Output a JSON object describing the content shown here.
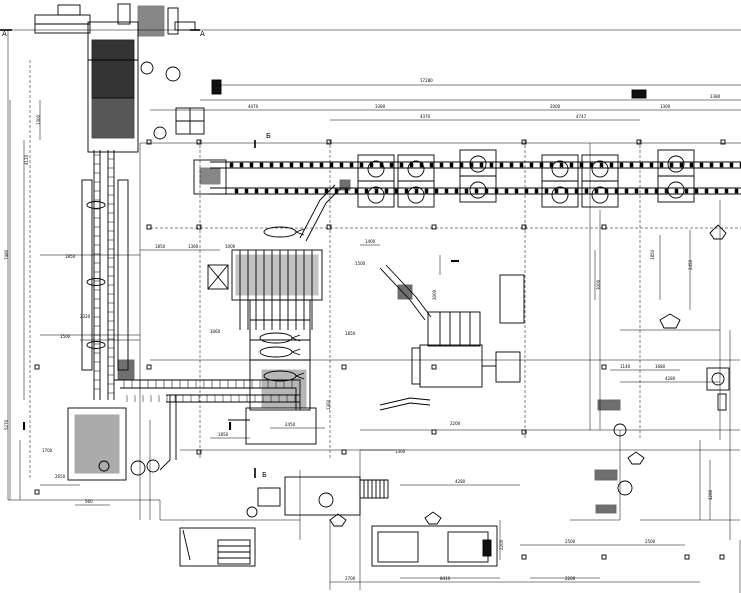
{
  "section_labels": {
    "a_left": "A",
    "a_right": "A",
    "b_top": "Б",
    "b_bottom": "Б"
  },
  "elevation_marks": {
    "left": "I",
    "center": "I",
    "right_vertical": "I"
  },
  "dimensions": {
    "d17280": "17280",
    "d4470": "4470",
    "d3380": "3380",
    "d4370": "4370",
    "d2000": "2000",
    "d4747": "4747",
    "d1300": "1300",
    "d1380": "1380",
    "d1850": "1850",
    "d3000": "3000",
    "d1360": "1360",
    "d1000": "1000",
    "d1400": "1400",
    "d1500": "1500",
    "d4280": "4280",
    "d2450": "2450",
    "d1850b": "1850",
    "d2450b": "2450",
    "d3060": "3060",
    "d2200": "2200",
    "d2500": "2500",
    "d8410": "8410",
    "d1140": "1140",
    "d1680": "1680",
    "d4280b": "4280",
    "d1700": "1700",
    "d2700": "2700",
    "d5270": "5270",
    "d4110": "4110",
    "d7480": "7480",
    "d2650": "2650",
    "d560": "560",
    "d2320": "2320"
  }
}
